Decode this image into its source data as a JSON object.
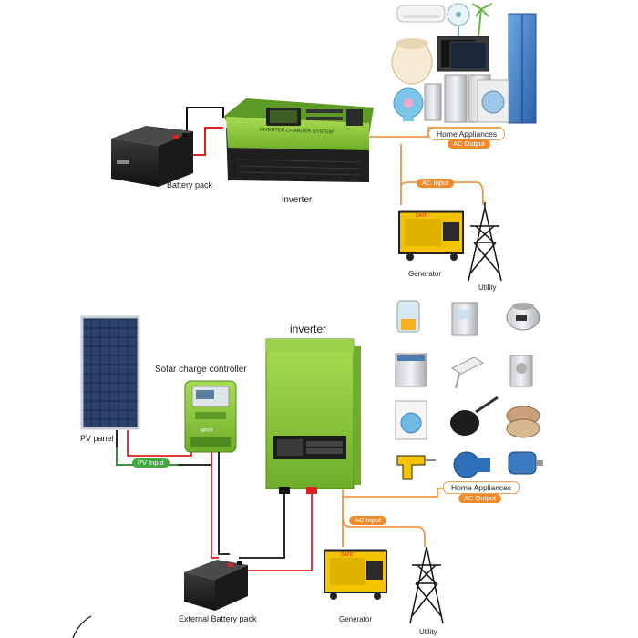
{
  "top_diagram": {
    "battery_label": "Battery pack",
    "inverter_label": "inverter",
    "inverter_panel_text": "INVERTER CHARGER SYSTEM",
    "appliances_label": "Home Appliances",
    "ac_output_label": "AC Output",
    "ac_input_label": "AC Input",
    "generator_label": "Generator",
    "utility_label": "Utility",
    "generator_brand": "DATO"
  },
  "bottom_diagram": {
    "pv_panel_label": "PV panel",
    "controller_label": "Solar charge controller",
    "pv_input_label": "PV Input",
    "inverter_label": "inverter",
    "battery_label": "External Battery pack",
    "appliances_label": "Home Appliances",
    "ac_output_label": "AC Output",
    "ac_input_label": "AC Input",
    "generator_label": "Generator",
    "utility_label": "Utility",
    "generator_brand": "DATO",
    "controller_badge": "MPPT"
  },
  "colors": {
    "inverter_green": "#8cc63f",
    "wire_red": "#e02020",
    "wire_black": "#111111",
    "wire_orange": "#f28a2a",
    "wire_green": "#3caa3c",
    "generator_yellow": "#f5c400"
  }
}
